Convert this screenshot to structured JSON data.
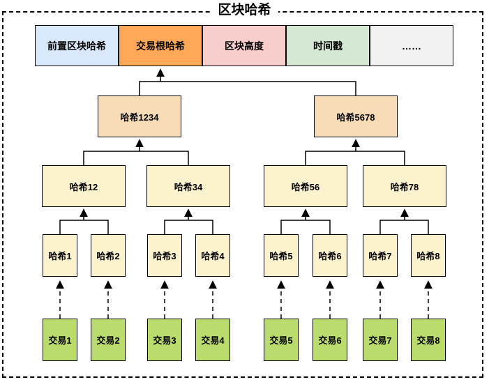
{
  "title": "区块哈希",
  "header_cells": [
    {
      "label": "前置区块哈希",
      "bg": "#dae8fb"
    },
    {
      "label": "交易根哈希",
      "bg": "#ffa857"
    },
    {
      "label": "区块高度",
      "bg": "#f8cecc"
    },
    {
      "label": "时间戳",
      "bg": "#d5e8d4"
    },
    {
      "label": "……",
      "bg": "#f2f2f2"
    }
  ],
  "tree": {
    "level1": [
      {
        "label": "哈希1234",
        "bg": "#f8dcb8"
      },
      {
        "label": "哈希5678",
        "bg": "#f8dcb8"
      }
    ],
    "level2": [
      {
        "label": "哈希12",
        "bg": "#fcf2ce"
      },
      {
        "label": "哈希34",
        "bg": "#fcf2ce"
      },
      {
        "label": "哈希56",
        "bg": "#fcf2ce"
      },
      {
        "label": "哈希78",
        "bg": "#fcf2ce"
      }
    ],
    "level3": [
      {
        "label": "哈希1",
        "bg": "#fcf2ce"
      },
      {
        "label": "哈希2",
        "bg": "#fcf2ce"
      },
      {
        "label": "哈希3",
        "bg": "#fcf2ce"
      },
      {
        "label": "哈希4",
        "bg": "#fcf2ce"
      },
      {
        "label": "哈希5",
        "bg": "#fcf2ce"
      },
      {
        "label": "哈希6",
        "bg": "#fcf2ce"
      },
      {
        "label": "哈希7",
        "bg": "#fcf2ce"
      },
      {
        "label": "哈希8",
        "bg": "#fcf2ce"
      }
    ],
    "transactions": [
      {
        "label": "交易1",
        "bg": "#b9dc6c"
      },
      {
        "label": "交易2",
        "bg": "#b9dc6c"
      },
      {
        "label": "交易3",
        "bg": "#b9dc6c"
      },
      {
        "label": "交易4",
        "bg": "#b9dc6c"
      },
      {
        "label": "交易5",
        "bg": "#b9dc6c"
      },
      {
        "label": "交易6",
        "bg": "#b9dc6c"
      },
      {
        "label": "交易7",
        "bg": "#b9dc6c"
      },
      {
        "label": "交易8",
        "bg": "#b9dc6c"
      }
    ]
  },
  "line_color": "#000000"
}
